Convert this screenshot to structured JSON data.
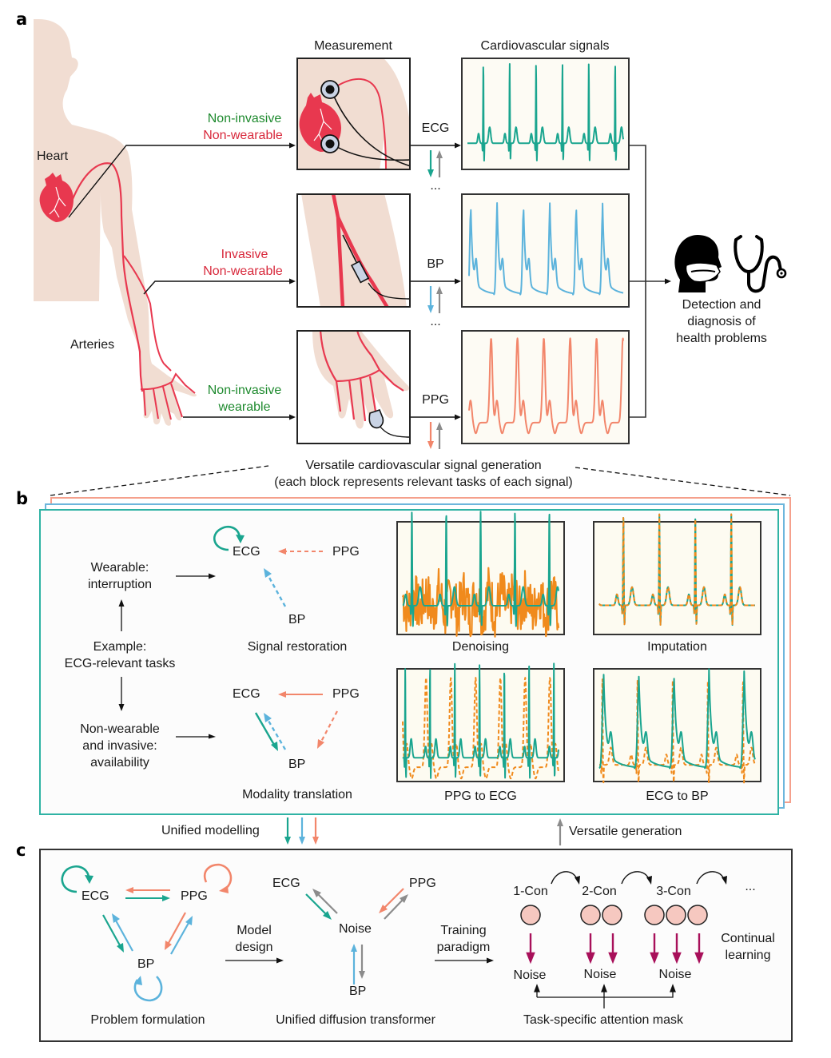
{
  "colors": {
    "ecg": "#1aa58f",
    "bp": "#5cb3dc",
    "ppg": "#f2866b",
    "orange": "#f08a1c",
    "gray": "#8c8c8c",
    "artery": "#e8384f",
    "skin": "#f1ddd2",
    "magenta": "#a8105a",
    "circle_fill": "#f6c8c0",
    "green_text": "#1e8a2e",
    "red_text": "#d8283b"
  },
  "panel_a": {
    "letter": "a",
    "labels": {
      "heart": "Heart",
      "arteries": "Arteries",
      "measurement_header": "Measurement",
      "signals_header": "Cardiovascular signals"
    },
    "routes": [
      {
        "line1": "Non-invasive",
        "line2": "Non-wearable",
        "line1_color": "green",
        "line2_color": "red",
        "signal": "ECG"
      },
      {
        "line1": "Invasive",
        "line2": "Non-wearable",
        "line1_color": "red",
        "line2_color": "red",
        "signal": "BP"
      },
      {
        "line1": "Non-invasive",
        "line2": "wearable",
        "line1_color": "green",
        "line2_color": "green",
        "signal": "PPG"
      }
    ],
    "ellipsis": "...",
    "outcome": {
      "line1": "Detection and",
      "line2": "diagnosis of",
      "line3": "health problems"
    },
    "icons": [
      "head-with-mask-icon",
      "stethoscope-icon"
    ]
  },
  "generation_caption": {
    "line1": "Versatile cardiovascular signal generation",
    "line2": "(each block represents relevant tasks of each signal)"
  },
  "panel_b": {
    "letter": "b",
    "example": {
      "line1": "Example:",
      "line2": "ECG-relevant tasks"
    },
    "wearable": {
      "line1": "Wearable:",
      "line2": "interruption"
    },
    "nonwearable": {
      "line1": "Non-wearable",
      "line2": "and invasive:",
      "line3": "availability"
    },
    "restoration": {
      "ecg": "ECG",
      "ppg": "PPG",
      "bp": "BP",
      "caption": "Signal restoration"
    },
    "translation": {
      "ecg": "ECG",
      "ppg": "PPG",
      "bp": "BP",
      "caption": "Modality translation"
    },
    "tasks": [
      {
        "name": "Denoising"
      },
      {
        "name": "Imputation"
      },
      {
        "name": "PPG to ECG"
      },
      {
        "name": "ECG to BP"
      }
    ]
  },
  "between": {
    "unified_modelling": "Unified modelling",
    "versatile_generation": "Versatile generation"
  },
  "panel_c": {
    "letter": "c",
    "problem": {
      "ecg": "ECG",
      "ppg": "PPG",
      "bp": "BP",
      "caption": "Problem formulation"
    },
    "model_design": {
      "line1": "Model",
      "line2": "design"
    },
    "transformer": {
      "ecg": "ECG",
      "ppg": "PPG",
      "bp": "BP",
      "noise": "Noise",
      "caption": "Unified diffusion transformer"
    },
    "training": {
      "line1": "Training",
      "line2": "paradigm"
    },
    "stages": [
      {
        "label": "1-Con",
        "circles": 1,
        "noise": "Noise"
      },
      {
        "label": "2-Con",
        "circles": 2,
        "noise": "Noise"
      },
      {
        "label": "3-Con",
        "circles": 3,
        "noise": "Noise"
      }
    ],
    "stage_ellipsis": "...",
    "continual": {
      "line1": "Continual",
      "line2": "learning"
    },
    "mask": "Task-specific attention mask"
  }
}
